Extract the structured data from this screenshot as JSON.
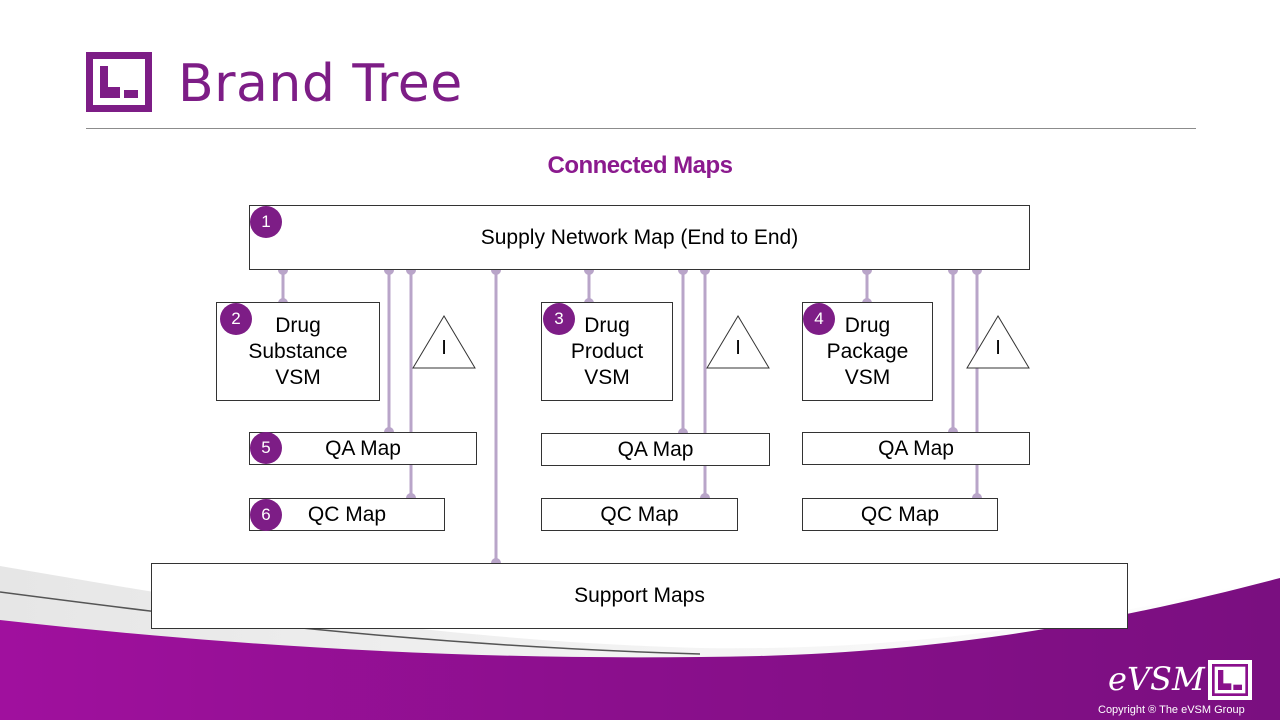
{
  "slide": {
    "title": "Brand Tree",
    "subtitle": "Connected Maps"
  },
  "diagram": {
    "supply": {
      "label": "Supply Network Map (End to End)",
      "badge": "1"
    },
    "columns": [
      {
        "vsm": {
          "label": "Drug\nSubstance\nVSM",
          "badge": "2"
        },
        "inventory": "I",
        "qa": {
          "label": "QA Map",
          "badge": "5"
        },
        "qc": {
          "label": "QC Map",
          "badge": "6"
        }
      },
      {
        "vsm": {
          "label": "Drug\nProduct\nVSM",
          "badge": "3"
        },
        "inventory": "I",
        "qa": {
          "label": "QA Map",
          "badge": ""
        },
        "qc": {
          "label": "QC Map",
          "badge": ""
        }
      },
      {
        "vsm": {
          "label": "Drug\nPackage\nVSM",
          "badge": "4"
        },
        "inventory": "I",
        "qa": {
          "label": "QA Map",
          "badge": ""
        },
        "qc": {
          "label": "QC Map",
          "badge": ""
        }
      }
    ],
    "support": {
      "label": "Support Maps"
    }
  },
  "footer": {
    "brand": "eVSM",
    "copyright": "Copyright ® The eVSM Group"
  },
  "colors": {
    "accent": "#7d1d86",
    "connector": "#b9a5c9",
    "swoosh": "#8e0f8e"
  }
}
